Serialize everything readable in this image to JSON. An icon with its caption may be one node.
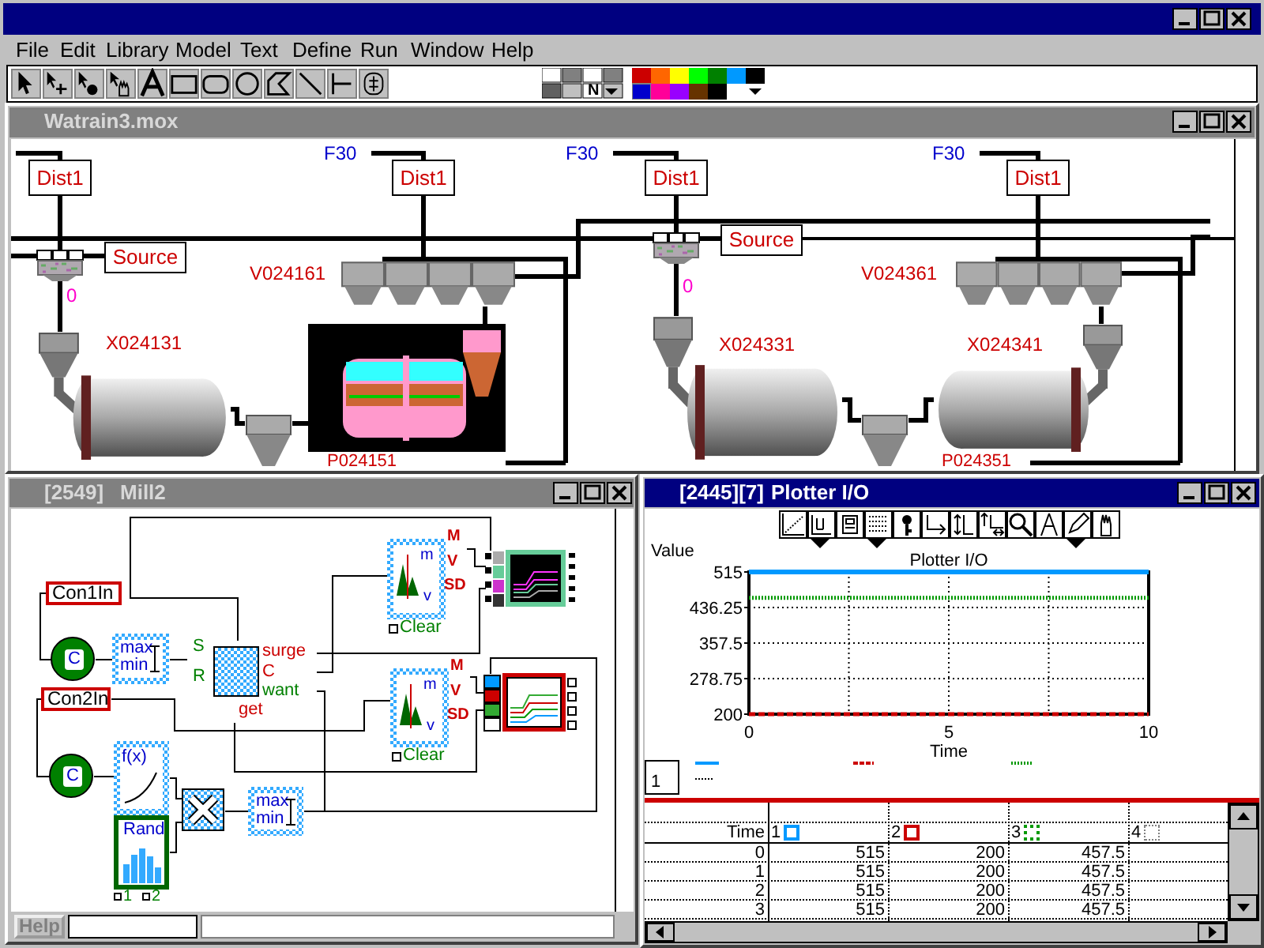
{
  "diagram": {
    "nodes": [
      {
        "text": [
          "Dist1"
        ]
      },
      {
        "text": [
          "F30"
        ]
      },
      {
        "text": [
          "Dist1"
        ]
      },
      {
        "text": [
          "F30"
        ]
      },
      {
        "text": [
          "Dist1"
        ]
      },
      {
        "text": [
          "F30"
        ]
      },
      {
        "text": [
          "Dist1"
        ]
      },
      {
        "text": [
          "Source"
        ]
      },
      {
        "text": [],
        "shape": "picture"
      },
      {
        "text": [
          "Source"
        ]
      },
      {
        "text": [],
        "shape": "picture"
      },
      {
        "text": [
          "V024161"
        ]
      },
      {
        "text": [
          "V024361"
        ]
      },
      {
        "text": [
          "X024131"
        ]
      },
      {
        "text": [
          "P024151"
        ]
      },
      {
        "text": [
          "X024331"
        ]
      },
      {
        "text": [
          "X024341"
        ]
      },
      {
        "text": [],
        "shape": "picture"
      },
      {
        "text": [],
        "shape": "picture"
      },
      {
        "text": [
          "P024351"
        ]
      },
      {
        "text": [
          "Con1In"
        ]
      },
      {
        "text": [
          "C"
        ]
      },
      {
        "text": [
          "max min"
        ]
      },
      {
        "text": [],
        "shape": "box",
        "beside": [
          "S",
          "R",
          "surge",
          "C",
          "want",
          "get"
        ]
      },
      {
        "text": [
          "m",
          "v"
        ],
        "beside": [
          "M",
          "V",
          "SD",
          "Clear"
        ]
      },
      {
        "text": [],
        "shape": "picture"
      },
      {
        "text": [
          "Con2In"
        ]
      },
      {
        "text": [
          "C"
        ]
      },
      {
        "text": [
          "f(x)"
        ]
      },
      {
        "text": [
          "Rand"
        ],
        "beside": [
          "1",
          "2"
        ]
      },
      {
        "text": [],
        "shape": "box"
      },
      {
        "text": [
          "max min"
        ]
      },
      {
        "text": [
          "m",
          "v"
        ],
        "beside": [
          "M",
          "V",
          "SD",
          "Clear"
        ]
      },
      {
        "text": [],
        "shape": "picture"
      }
    ],
    "edges": [
      {
        "from": null,
        "to": 0,
        "arrow": "none"
      },
      {
        "from": 0,
        "to": 8,
        "arrow": "none"
      },
      {
        "from": 7,
        "to": 8,
        "arrow": "none"
      },
      {
        "from": null,
        "to": 8,
        "arrow": "none"
      },
      {
        "from": 8,
        "to": 13,
        "arrow": "none"
      },
      {
        "from": 13,
        "to": 17,
        "arrow": "none"
      },
      {
        "from": 17,
        "to": 14,
        "arrow": "none"
      },
      {
        "from": 1,
        "to": 2,
        "arrow": "none"
      },
      {
        "from": 2,
        "to": 11,
        "arrow": "none"
      },
      {
        "from": 11,
        "to": 14,
        "arrow": "none"
      },
      {
        "from": 11,
        "to": null,
        "arrow": "none"
      },
      {
        "from": 11,
        "to": null,
        "arrow": "none"
      },
      {
        "from": null,
        "to": 10,
        "arrow": "none"
      },
      {
        "from": 9,
        "to": 10,
        "arrow": "none"
      },
      {
        "from": 4,
        "to": 10,
        "arrow": "none"
      },
      {
        "from": 3,
        "to": 4,
        "arrow": "none"
      },
      {
        "from": 10,
        "to": 15,
        "arrow": "none"
      },
      {
        "from": 15,
        "to": 18,
        "arrow": "none"
      },
      {
        "from": 18,
        "to": 16,
        "arrow": "none"
      },
      {
        "from": 5,
        "to": 6,
        "arrow": "none"
      },
      {
        "from": 6,
        "to": 12,
        "arrow": "none"
      },
      {
        "from": 12,
        "to": 16,
        "arrow": "none"
      },
      {
        "from": 12,
        "to": null,
        "arrow": "none"
      },
      {
        "from": 12,
        "to": null,
        "arrow": "none"
      },
      {
        "from": 14,
        "to": null,
        "arrow": "none"
      },
      {
        "from": 19,
        "to": null,
        "arrow": "none"
      },
      {
        "from": 20,
        "to": 21,
        "arrow": "none"
      },
      {
        "from": 21,
        "to": 22,
        "arrow": "none"
      },
      {
        "from": 22,
        "to": 23,
        "arrow": "none"
      },
      {
        "from": 23,
        "to": 25,
        "arrow": "none"
      },
      {
        "from": 23,
        "to": 25,
        "arrow": "none"
      },
      {
        "from": 23,
        "to": 24,
        "arrow": "none"
      },
      {
        "from": 24,
        "to": 25,
        "arrow": "none"
      },
      {
        "from": 26,
        "to": 27,
        "arrow": "none"
      },
      {
        "from": 26,
        "to": 32,
        "arrow": "none"
      },
      {
        "from": 27,
        "to": 28,
        "arrow": "none"
      },
      {
        "from": 28,
        "to": 30,
        "arrow": "none"
      },
      {
        "from": 29,
        "to": 30,
        "arrow": "none"
      },
      {
        "from": 30,
        "to": 31,
        "arrow": "none"
      },
      {
        "from": 31,
        "to": 23,
        "arrow": "none"
      },
      {
        "from": 31,
        "to": 33,
        "arrow": "none"
      },
      {
        "from": 23,
        "to": 33,
        "arrow": "none"
      },
      {
        "from": 32,
        "to": 33,
        "arrow": "none"
      }
    ],
    "labels": [
      "File",
      "Edit",
      "Library",
      "Model",
      "Text",
      "Define",
      "Run",
      "Window",
      "Help",
      "N",
      "Watrain3.mox",
      "0",
      "0",
      "[2549]",
      "Mill2",
      "Help",
      "[2445][7]",
      "Plotter I/O",
      "1",
      "Time",
      "1",
      "2",
      "3",
      "4",
      "0",
      "515",
      "200",
      "457.5",
      "1",
      "515",
      "200",
      "457.5",
      "2",
      "515",
      "200",
      "457.5",
      "3",
      "515",
      "200",
      "457.5"
    ],
    "chart_data": {
      "type": "line",
      "title": "Plotter I/O",
      "xlabel": "Time",
      "ylabel": "Value",
      "x": [
        0,
        10
      ],
      "series": [
        {
          "color": "#0099ff",
          "values": [
            515,
            515
          ]
        },
        {
          "color": "#cc0000",
          "values": [
            200,
            200
          ],
          "line_style": "dashed"
        },
        {
          "color": "#009900",
          "values": [
            457.5,
            457.5
          ],
          "line_style": "dotted"
        }
      ],
      "xlim": [
        0,
        10
      ],
      "ylim": [
        200,
        515
      ],
      "grid": true,
      "xticks": [
        0,
        5,
        10
      ],
      "yticks": [
        200,
        278.75,
        357.5,
        436.25,
        515
      ]
    }
  }
}
